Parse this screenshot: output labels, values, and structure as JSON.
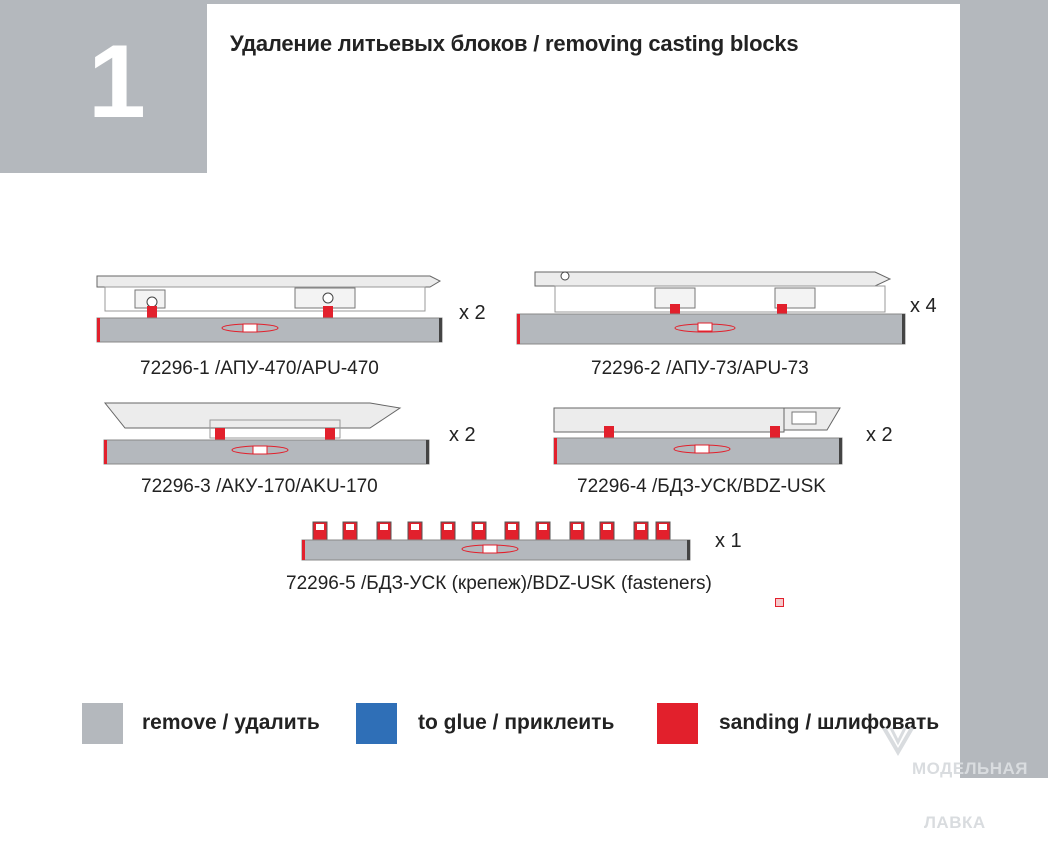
{
  "step": {
    "number": "1"
  },
  "title": "Удаление литьевых блоков / removing casting blocks",
  "parts": [
    {
      "caption": "72296-1 /АПУ-470/APU-470",
      "quantity": "x 2"
    },
    {
      "caption": "72296-2 /АПУ-73/APU-73",
      "quantity": "x 4"
    },
    {
      "caption": "72296-3 /АКУ-170/AKU-170",
      "quantity": "x 2"
    },
    {
      "caption": "72296-4 /БДЗ-УСК/BDZ-USK",
      "quantity": "x 2"
    },
    {
      "caption": "72296-5 /БДЗ-УСК (крепеж)/BDZ-USK (fasteners)",
      "quantity": "x 1"
    }
  ],
  "legend": [
    {
      "label": "remove / удалить",
      "color": "#b4b8bd"
    },
    {
      "label": "to glue / приклеить",
      "color": "#2f6fb7"
    },
    {
      "label": "sanding  / шлифовать",
      "color": "#e2202c"
    }
  ],
  "watermark": {
    "line1": "МОДЕЛЬНАЯ",
    "line2": "ЛАВКА"
  },
  "colors": {
    "gray": "#b4b8bd",
    "red": "#e2202c",
    "blue": "#2f6fb7"
  }
}
